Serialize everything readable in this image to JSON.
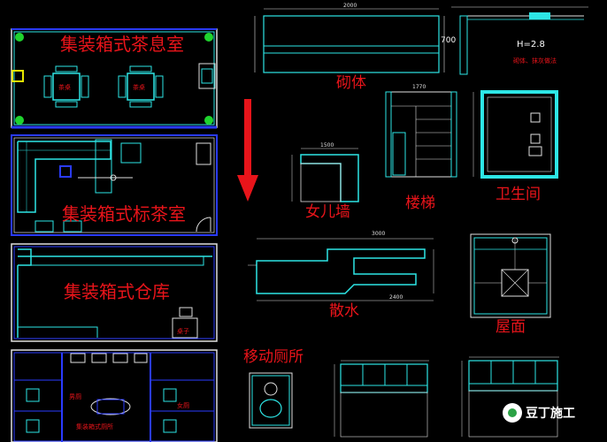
{
  "rooms": {
    "tea_room": "集装箱式茶息室",
    "biaocha_room": "集装箱式标茶室",
    "warehouse": "集装箱式仓库",
    "toilet_room": "集装箱式厕所"
  },
  "components": {
    "masonry": "砌体",
    "parapet": "女儿墙",
    "stairs": "楼梯",
    "toilet": "卫生间",
    "overhang": "散水",
    "roof": "屋面",
    "mobile_toilet": "移动厕所"
  },
  "small_labels": {
    "tea_table_1": "茶桌",
    "tea_table_2": "茶桌",
    "male": "男厕",
    "female": "女厕",
    "desk": "桌子",
    "h_note": "H=2.8",
    "rail_note": "砌体、抹灰做法",
    "dim_2000": "2000",
    "dim_700": "700",
    "dim_1770": "1770",
    "dim_1500": "1500",
    "dim_3000": "3000",
    "dim_2400": "2400"
  },
  "watermark": "豆丁施工",
  "colors": {
    "cyan": "#2de6e6",
    "blue": "#2a3bff",
    "red": "#e8141a",
    "white": "#e0e0e0",
    "yellow": "#e6e600",
    "green": "#1fd42e"
  }
}
